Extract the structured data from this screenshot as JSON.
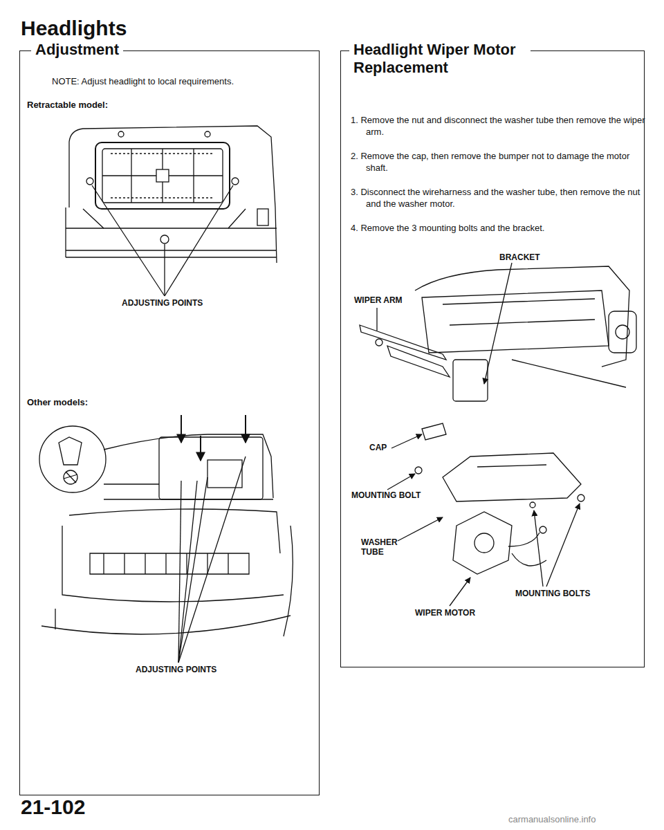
{
  "diagram": {
    "nodes": [
      {
        "text": [
          "Adjustment",
          "NOTE: Adjust headlight to local requirements.",
          "Retractable model:",
          "Other models:"
        ]
      },
      {
        "text": [
          "Headlight Wiper Motor Replacement",
          "1. Remove the nut and disconnect the washer tube then remove the wiper arm.",
          "2. Remove the cap, then remove the bumper not to damage the motor shaft.",
          "3. Disconnect the wireharness and the washer tube, then remove the nut and the washer motor.",
          "4. Remove the 3 mounting bolts and the bracket."
        ]
      }
    ],
    "labels": [
      "Headlights",
      "ADJUSTING POINTS",
      "ADJUSTING POINTS",
      "BRACKET",
      "WIPER ARM",
      "CAP",
      "MOUNTING BOLT",
      "WASHER TUBE",
      "MOUNTING BOLTS",
      "WIPER MOTOR",
      "21-102",
      "carmanualsonline.info"
    ]
  }
}
